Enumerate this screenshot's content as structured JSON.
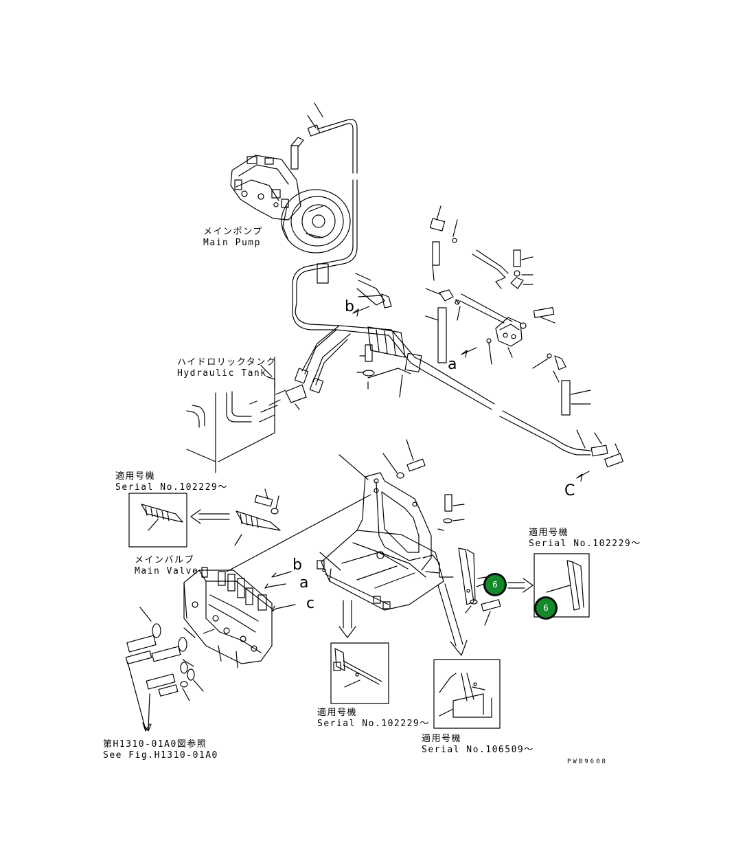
{
  "labels": {
    "main_pump_jp": "メインポンプ",
    "main_pump_en": "Main Pump",
    "hydraulic_tank_jp": "ハイドロリックタンク",
    "hydraulic_tank_en": "Hydraulic Tank",
    "main_valve_jp": "メインバルブ",
    "main_valve_en": "Main Valve",
    "see_fig_jp": "第H1310-01A0図参照",
    "see_fig_en": "See Fig.H1310-01A0"
  },
  "serials": {
    "left_jp": "適用号機",
    "left_en": "Serial No.102229～",
    "right_jp": "適用号機",
    "right_en": "Serial No.102229～",
    "bottom_center_jp": "適用号機",
    "bottom_center_en": "Serial No.102229～",
    "bottom_right_jp": "適用号機",
    "bottom_right_en": "Serial No.106509～"
  },
  "letters": {
    "b_top": "b",
    "a_top": "a",
    "c_top": "C",
    "b_valve": "b",
    "a_valve": "a",
    "c_valve": "c"
  },
  "callouts": {
    "badge_1": "6",
    "badge_2": "6"
  },
  "drawing_code": "PWB9608",
  "colors": {
    "badge_fill": "#128a2a",
    "line": "#000000"
  }
}
